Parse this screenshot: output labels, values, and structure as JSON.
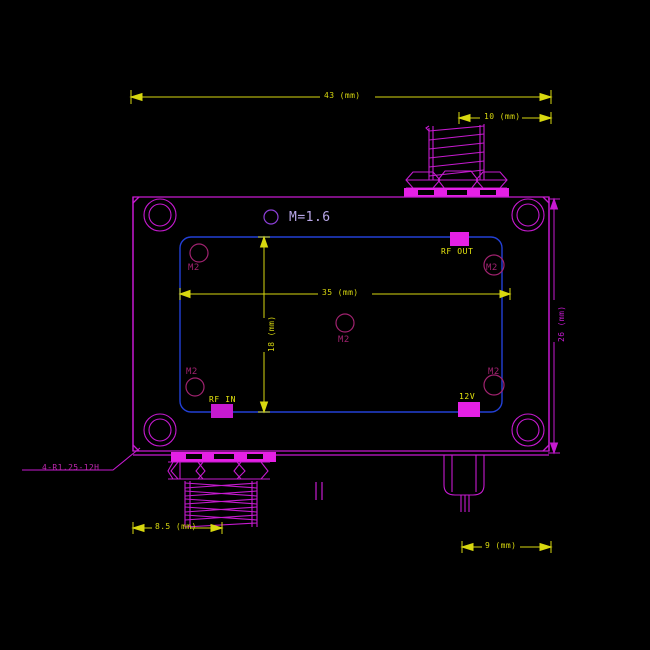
{
  "drawing": {
    "title": "RF amplifier module mechanical drawing",
    "background_color": "#000000",
    "outline_color": "#c61ad0",
    "board_color": "#2340d6",
    "dimension_color": "#d8d80f",
    "hole_label_color": "#a0226f",
    "pad_color": "#e520e5",
    "thickness_note": "M=1.6"
  },
  "dimensions": {
    "overall_width": "43 (mm)",
    "top_connector_offset": "10 (mm)",
    "board_width": "35 (mm)",
    "board_height": "18 (mm)",
    "overall_height": "26 (mm)",
    "bottom_connector_offset": "8.5 (mm)",
    "power_connector_offset": "9 (mm)"
  },
  "labels": {
    "rf_out": "RF OUT",
    "rf_in": "RF IN",
    "power": "12V",
    "thickness": "M=1.6",
    "corner_note": "4-R1.25-12H",
    "hole_m2": "M2"
  },
  "mounting_holes": [
    {
      "name": "hole-top-left",
      "label": "M2"
    },
    {
      "name": "hole-top-right",
      "label": "M2"
    },
    {
      "name": "hole-bottom-left",
      "label": "M2"
    },
    {
      "name": "hole-bottom-right",
      "label": "M2"
    },
    {
      "name": "hole-center",
      "label": "M2"
    }
  ],
  "connectors": [
    {
      "name": "sma-top",
      "type": "sma-threaded",
      "position": "top"
    },
    {
      "name": "sma-bottom",
      "type": "sma-threaded",
      "position": "bottom"
    },
    {
      "name": "dc-jack",
      "type": "power-pin",
      "position": "bottom-right"
    }
  ]
}
